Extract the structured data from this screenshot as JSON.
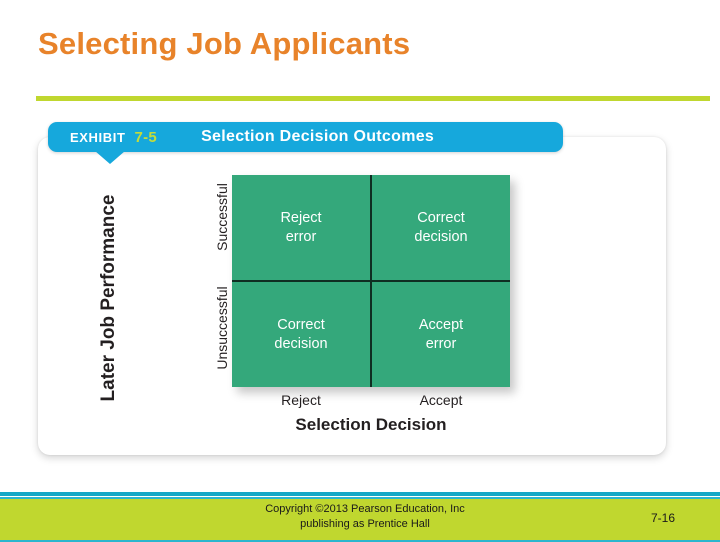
{
  "slide": {
    "title": "Selecting Job Applicants",
    "title_color": "#E8832A",
    "rule_color": "#C0D72F"
  },
  "exhibit": {
    "label": "EXHIBIT",
    "number": "7-5",
    "heading": "Selection Decision Outcomes",
    "banner_color": "#16A8DC",
    "number_color": "#C4DC3A"
  },
  "chart_data": {
    "type": "table",
    "title": "Selection Decision Outcomes",
    "xlabel": "Selection Decision",
    "ylabel": "Later Job Performance",
    "x_categories": [
      "Reject",
      "Accept"
    ],
    "y_categories": [
      "Successful",
      "Unsuccessful"
    ],
    "cell_color": "#34A87B",
    "cell_text_color": "#FFFFFF",
    "grid": true,
    "cells": [
      {
        "row": "Successful",
        "col": "Reject",
        "line1": "Reject",
        "line2": "error"
      },
      {
        "row": "Successful",
        "col": "Accept",
        "line1": "Correct",
        "line2": "decision"
      },
      {
        "row": "Unsuccessful",
        "col": "Reject",
        "line1": "Correct",
        "line2": "decision"
      },
      {
        "row": "Unsuccessful",
        "col": "Accept",
        "line1": "Accept",
        "line2": "error"
      }
    ]
  },
  "footer": {
    "copyright_line1": "Copyright ©2013 Pearson Education, Inc",
    "copyright_line2": "publishing as Prentice Hall",
    "page_number": "7-16",
    "bar_color": "#C0D72F",
    "accent_color": "#2BB6CE"
  }
}
